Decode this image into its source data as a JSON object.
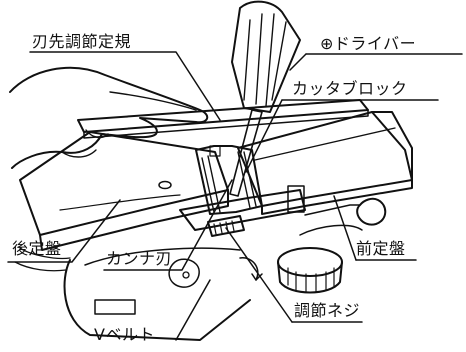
{
  "labels": {
    "blade_gauge": "刃先調節定規",
    "driver": "⊕ドライバー",
    "cutter_block": "カッタブロック",
    "rear_base": "後定盤",
    "front_base": "前定盤",
    "planer_blade": "カンナ刃",
    "adjust_screw": "調節ネジ",
    "v_belt": "Vベルト"
  }
}
